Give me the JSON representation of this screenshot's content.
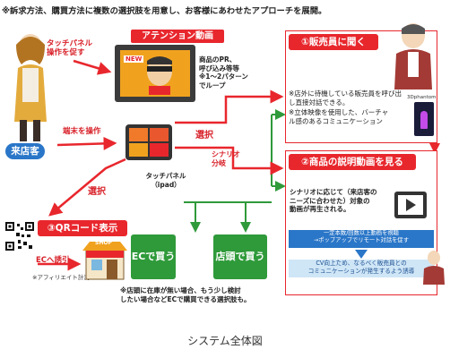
{
  "header": "※訴求方法、購買方法に複数の選択肢を用意し、お客様にあわせたアプローチを展開。",
  "attention": {
    "title": "アテンション動画",
    "desc": [
      "商品のPR、",
      "呼び込み等等",
      "※1～2パターン",
      "でループ"
    ],
    "new_label": "NEW"
  },
  "touch_prompt": [
    "タッチパネル",
    "操作を促す"
  ],
  "customer_label": "来店客",
  "operate_label": "端末を操作",
  "tablet_label": [
    "タッチパネル",
    "（ipad）"
  ],
  "select_labels": [
    "選択",
    "選択"
  ],
  "scenario_label": [
    "シナリオ",
    "分岐"
  ],
  "section1": {
    "title": "①販売員に聞く",
    "desc": [
      "※店外に待機している販売員を呼び出",
      "し直接対話できる。",
      "※立体映像を使用した、バーチャ",
      "ル感のあるコミュニケーション"
    ],
    "brand": "3Dphantom"
  },
  "section2": {
    "title": "②商品の説明動画を見る",
    "desc": [
      "シナリオに応じて（来店客の",
      "ニーズに合わせた）対象の",
      "動画が再生される。"
    ],
    "note1": [
      "一定本数/回数以上動画を視聴",
      "→ポップアップでリモート対話を促す"
    ],
    "note2": [
      "CV向上ため、なるべく販売員との",
      "コミュニケーションが発生するよう誘導"
    ]
  },
  "section3": {
    "title": "③QRコード表示",
    "ec_link": "ECへ誘引",
    "affiliate": "※アフィリエイト計測"
  },
  "shop_label": "SHOP",
  "ec_buy": "ECで買う",
  "store_buy": "店頭で買う",
  "bottom_note": [
    "※店頭に在庫が無い場合、もう少し検討",
    "したい場合などECで購買できる選択肢も。"
  ],
  "caption": "システム全体図",
  "colors": {
    "red": "#e8272d",
    "green": "#2f9a3a",
    "blue": "#2a76c8"
  }
}
